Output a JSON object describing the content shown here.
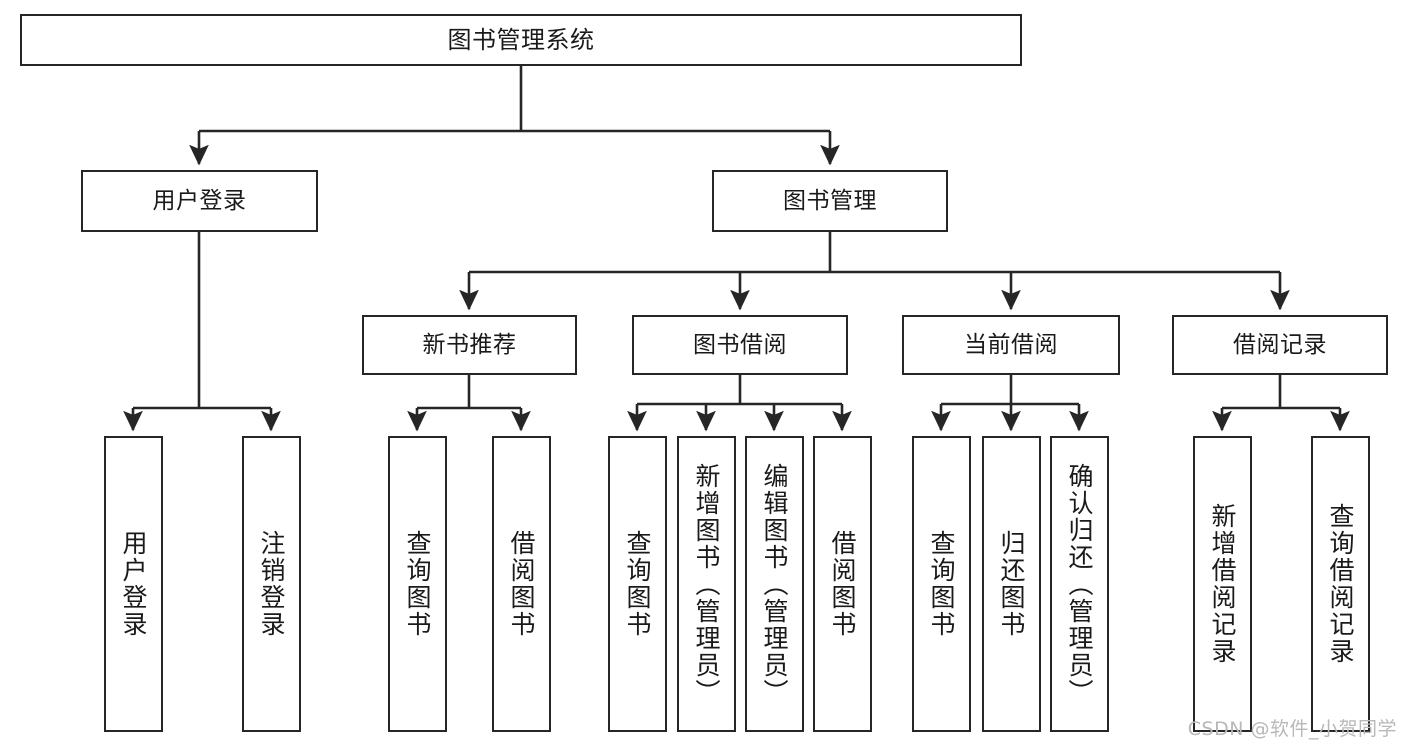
{
  "diagram": {
    "title": "图书管理系统",
    "watermark": "CSDN @软件_小贺同学",
    "colors": {
      "box_border": "#262626",
      "box_fill": "#ffffff",
      "edge": "#262626",
      "text": "#1a1a1a",
      "watermark": "#b8b8b8",
      "background": "#ffffff"
    },
    "levels": {
      "root": {
        "label": "图书管理系统"
      },
      "level2": [
        {
          "label": "用户登录"
        },
        {
          "label": "图书管理"
        }
      ],
      "level3": [
        {
          "label": "新书推荐"
        },
        {
          "label": "图书借阅"
        },
        {
          "label": "当前借阅"
        },
        {
          "label": "借阅记录"
        }
      ],
      "leaves": {
        "user_login": [
          {
            "label": "用户登录"
          },
          {
            "label": "注销登录"
          }
        ],
        "new_book_recommend": [
          {
            "label": "查询图书"
          },
          {
            "label": "借阅图书"
          }
        ],
        "book_borrow": [
          {
            "label": "查询图书"
          },
          {
            "label": "新增图书（管理员）"
          },
          {
            "label": "编辑图书（管理员）"
          },
          {
            "label": "借阅图书"
          }
        ],
        "current_borrow": [
          {
            "label": "查询图书"
          },
          {
            "label": "归还图书"
          },
          {
            "label": "确认归还（管理员）"
          }
        ],
        "borrow_records": [
          {
            "label": "新增借阅记录"
          },
          {
            "label": "查询借阅记录"
          }
        ]
      }
    }
  }
}
